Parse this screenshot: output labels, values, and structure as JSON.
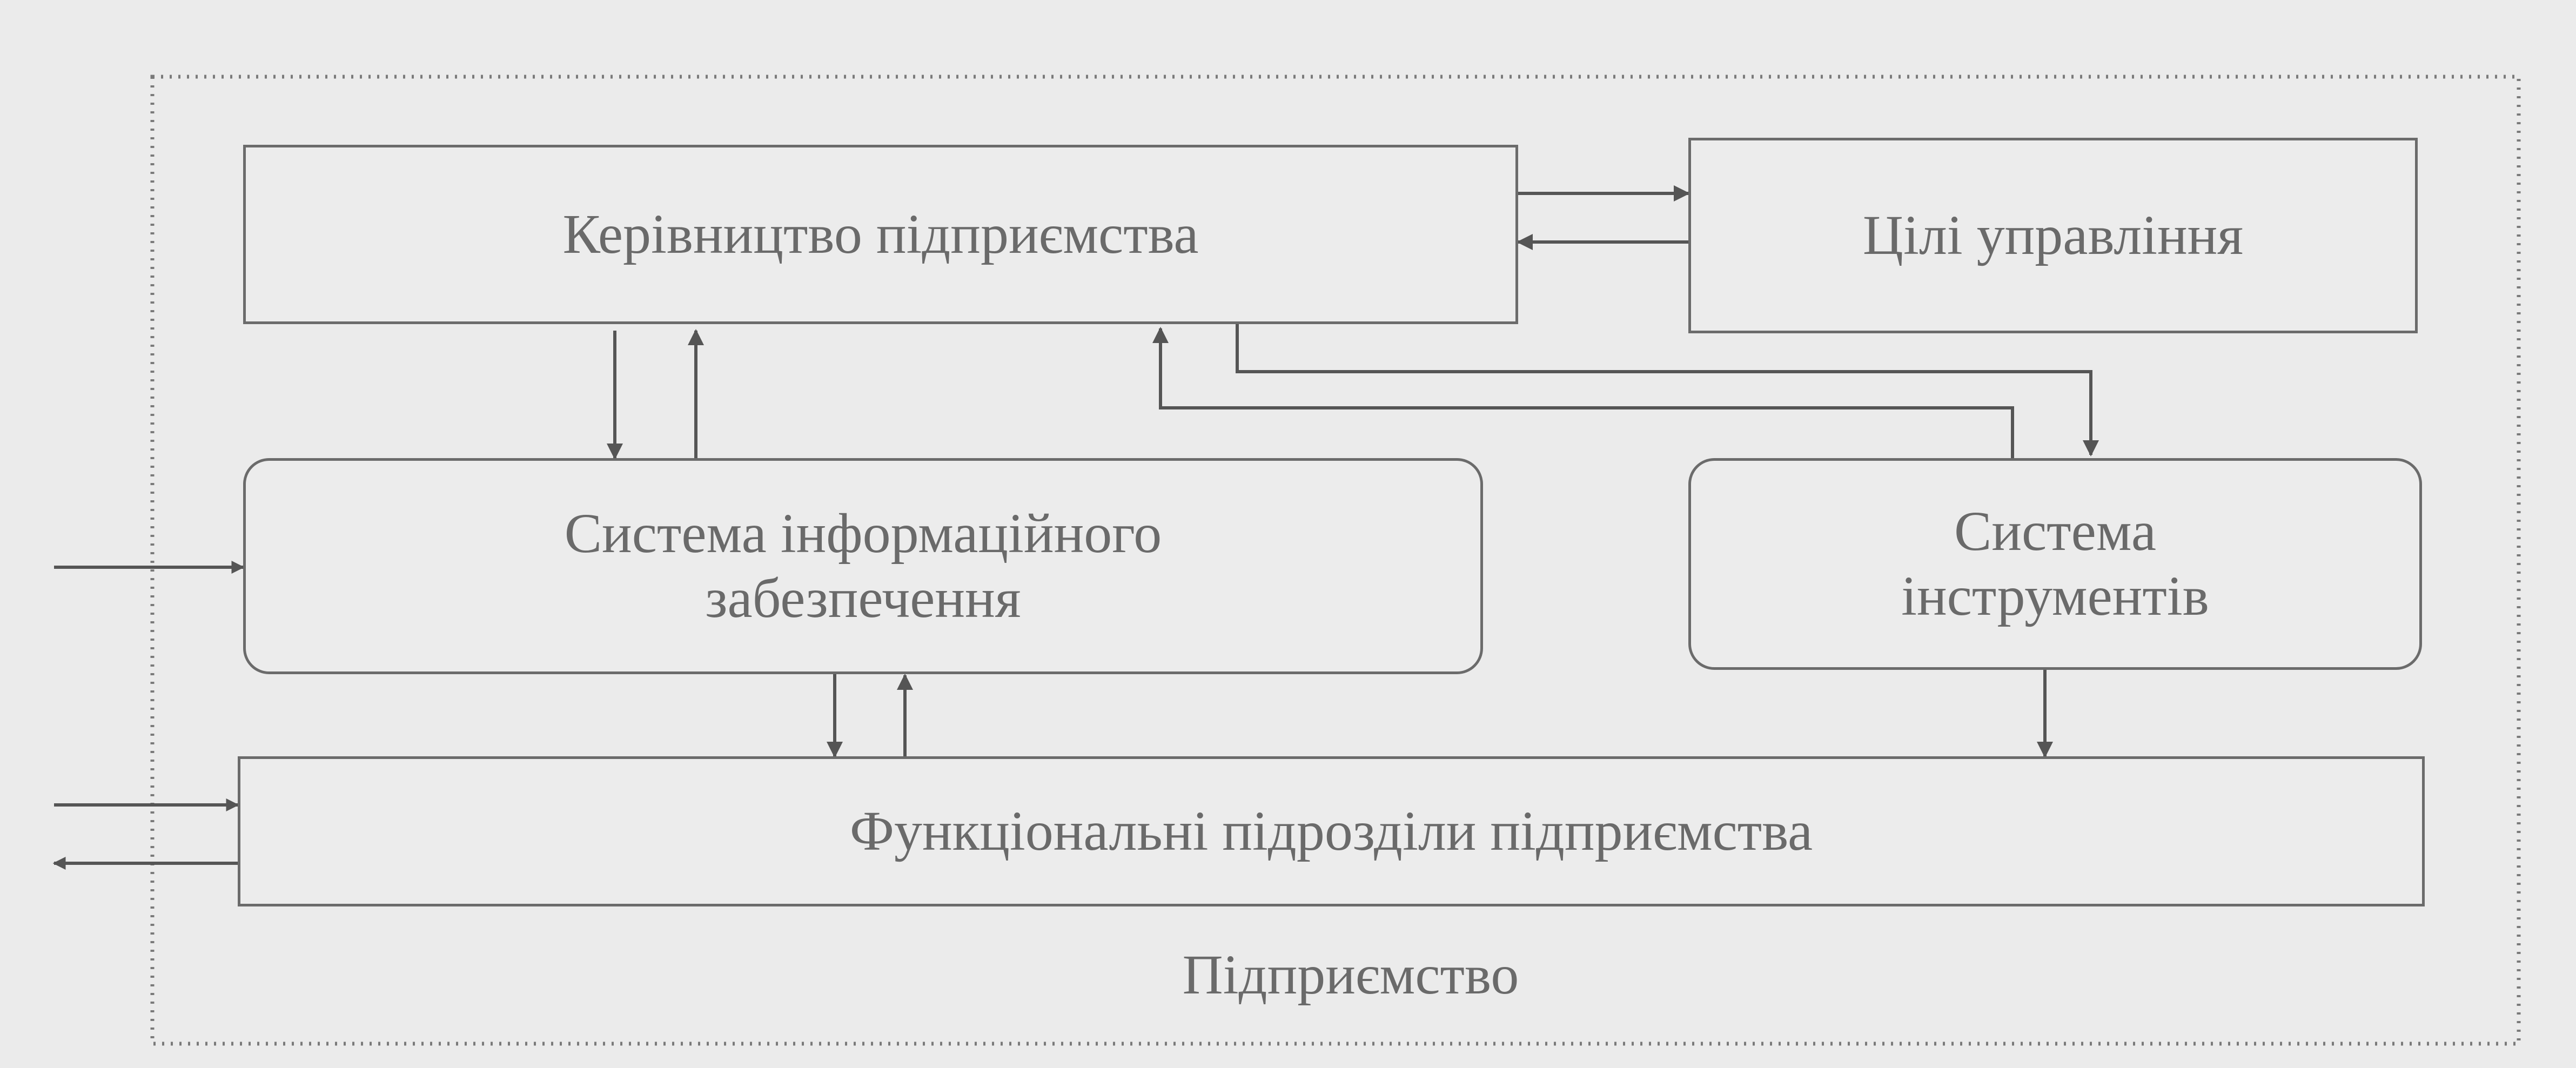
{
  "diagram": {
    "nodes": {
      "management": {
        "label": "Керівництво підприємства"
      },
      "goals": {
        "label": "Цілі управління"
      },
      "info_system": {
        "label": "Система інформаційного\nзабезпечення"
      },
      "tools_system": {
        "label": "Система\nінструментів"
      },
      "functional_units": {
        "label": "Функціональні підрозділи підприємства"
      }
    },
    "container": {
      "label": "Підприємство"
    },
    "colors": {
      "line": "#555555",
      "text": "#6a6a6a",
      "background": "#ebebeb"
    }
  }
}
